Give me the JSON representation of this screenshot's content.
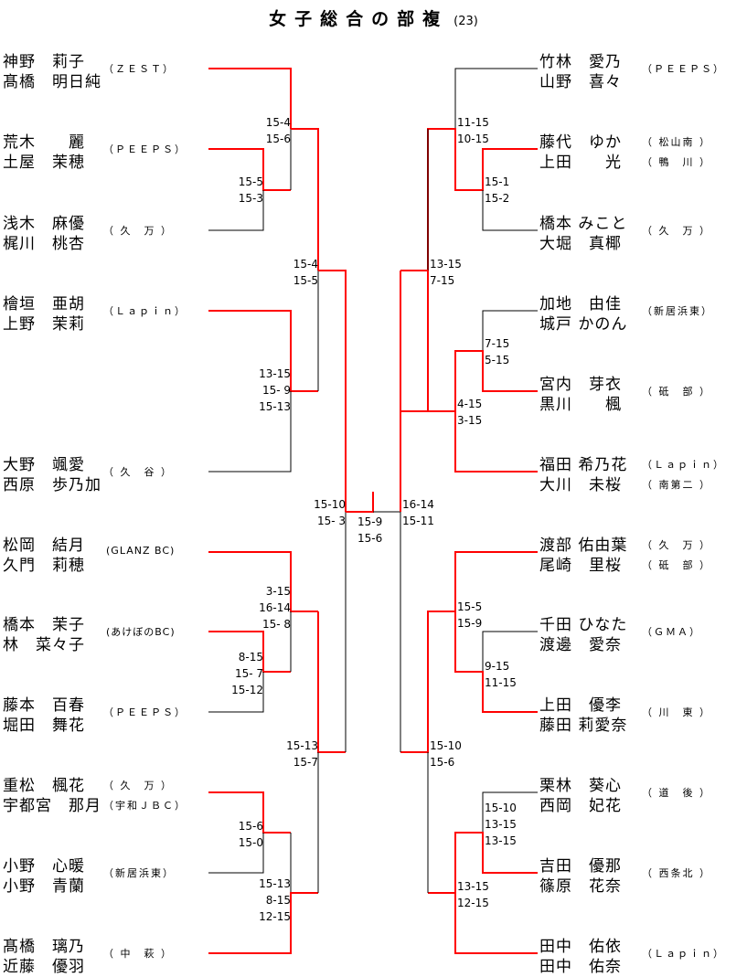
{
  "title": {
    "text": "女子総合の部複",
    "number": "(23)"
  },
  "colors": {
    "winner_line": "#ff0000",
    "normal_line": "#000000"
  },
  "left_entries": [
    {
      "names": [
        "神野　莉子",
        "髙橋　明日純"
      ],
      "clubs": [
        "（ＺＥＳＴ）"
      ]
    },
    {
      "names": [
        "荒木　　麗",
        "土屋　茉穂"
      ],
      "clubs": [
        "（ＰＥＥＰＳ）"
      ]
    },
    {
      "names": [
        "浅木　麻優",
        "梶川　桃杏"
      ],
      "clubs": [
        "（ 久　万 ）"
      ]
    },
    {
      "names": [
        "檜垣　亜胡",
        "上野　茉莉"
      ],
      "clubs": [
        "（Ｌａｐｉｎ）"
      ]
    },
    {
      "names": [
        "大野　颯愛",
        "西原　歩乃加"
      ],
      "clubs": [
        "（ 久　谷 ）"
      ]
    },
    {
      "names": [
        "松岡　結月",
        "久門　莉穂"
      ],
      "clubs": [
        "(GLANZ BC)"
      ]
    },
    {
      "names": [
        "橋本　茉子",
        "林　菜々子"
      ],
      "clubs": [
        "(あけぼのBC)"
      ]
    },
    {
      "names": [
        "藤本　百春",
        "堀田　舞花"
      ],
      "clubs": [
        "（ＰＥＥＰＳ）"
      ]
    },
    {
      "names": [
        "重松　楓花",
        "宇都宮　那月"
      ],
      "clubs": [
        "（ 久　万 ）",
        "（宇和ＪＢＣ）"
      ]
    },
    {
      "names": [
        "小野　心暖",
        "小野　青蘭"
      ],
      "clubs": [
        "（新居浜東）"
      ]
    },
    {
      "names": [
        "髙橋　璃乃",
        "近藤　優羽"
      ],
      "clubs": [
        "（ 中　萩 ）"
      ]
    }
  ],
  "right_entries": [
    {
      "names": [
        "竹林　愛乃",
        "山野　喜々"
      ],
      "clubs": [
        "（ＰＥＥＰＳ）"
      ]
    },
    {
      "names": [
        "藤代　ゆか",
        "上田　　光"
      ],
      "clubs": [
        "（ 松山南 ）",
        "（ 鴨　川 ）"
      ]
    },
    {
      "names": [
        "橋本 みこと",
        "大堀　真椰"
      ],
      "clubs": [
        "（ 久　万 ）"
      ]
    },
    {
      "names": [
        "加地　由佳",
        "城戸 かのん"
      ],
      "clubs": [
        "（新居浜東）"
      ]
    },
    {
      "names": [
        "宮内　芽衣",
        "黒川　　楓"
      ],
      "clubs": [
        "（ 砥　部 ）"
      ]
    },
    {
      "names": [
        "福田 希乃花",
        "大川　未桜"
      ],
      "clubs": [
        "（Ｌａｐｉｎ）",
        "（ 南第二 ）"
      ]
    },
    {
      "names": [
        "渡部 佑由葉",
        "尾崎　里桜"
      ],
      "clubs": [
        "（ 久　万 ）",
        "（ 砥　部 ）"
      ]
    },
    {
      "names": [
        "千田 ひなた",
        "渡邊　愛奈"
      ],
      "clubs": [
        "（ＧＭＡ）"
      ]
    },
    {
      "names": [
        "上田　優李",
        "藤田 莉愛奈"
      ],
      "clubs": [
        "（ 川　東 ）"
      ]
    },
    {
      "names": [
        "栗林　葵心",
        "西岡　妃花"
      ],
      "clubs": [
        "（ 道　後 ）"
      ]
    },
    {
      "names": [
        "吉田　優那",
        "篠原　花奈"
      ],
      "clubs": [
        "（ 西条北 ）"
      ]
    },
    {
      "names": [
        "田中　佑依",
        "田中　佑奈"
      ],
      "clubs": [
        "（Ｌａｐｉｎ）"
      ]
    }
  ],
  "scores": {
    "l_r1_a": [
      "15-5",
      "15-3"
    ],
    "l_r2_a": [
      "15-4",
      "15-6"
    ],
    "l_r2_b": [
      "13-15",
      "15- 9",
      "15-13"
    ],
    "l_r3_a": [
      "15-4",
      "15-5"
    ],
    "l_r1_b": [
      "8-15",
      "15- 7",
      "15-12"
    ],
    "l_r2_c": [
      "3-15",
      "16-14",
      "15- 8"
    ],
    "l_r1_c": [
      "15-6",
      "15-0"
    ],
    "l_r2_d": [
      "15-13",
      "8-15",
      "12-15"
    ],
    "l_r3_b": [
      "15-13",
      "15-7"
    ],
    "l_r4": [
      "15-10",
      "15- 3"
    ],
    "final": [
      "15-9",
      "15-6"
    ],
    "r_r4": [
      "16-14",
      "15-11"
    ],
    "r_r2_a": [
      "11-15",
      "10-15"
    ],
    "r_r1_a": [
      "15-1",
      "15-2"
    ],
    "r_r3_a": [
      "13-15",
      "7-15"
    ],
    "r_r1_b": [
      "7-15",
      "5-15"
    ],
    "r_r2_b": [
      "4-15",
      "3-15"
    ],
    "r_r2_c": [
      "15-5",
      "15-9"
    ],
    "r_r1_c": [
      "9-15",
      "11-15"
    ],
    "r_r3_b": [
      "15-10",
      "15-6"
    ],
    "r_r1_d": [
      "15-10",
      "13-15",
      "13-15"
    ],
    "r_r2_d": [
      "13-15",
      "12-15"
    ]
  }
}
